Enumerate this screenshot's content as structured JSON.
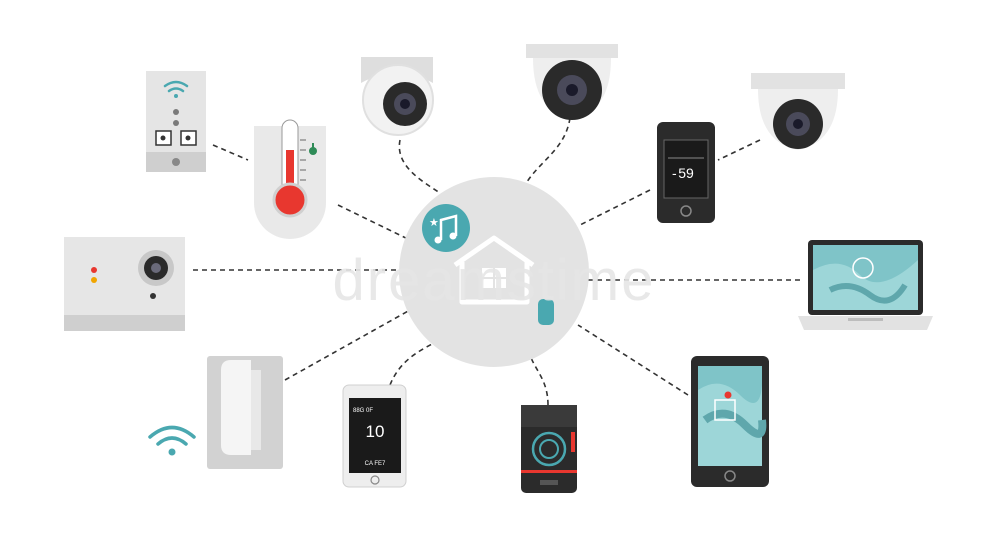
{
  "hub": {
    "icon": "home-icon",
    "badge_icon": "music-note-icon"
  },
  "phone_top": {
    "value": "59",
    "label": "-"
  },
  "phone_bottom": {
    "value": "10",
    "top_label": "88G 0F",
    "bottom_label": "CA FE7"
  },
  "watermark": "dreamstime",
  "colors": {
    "accent": "#4aa8b0",
    "hub": "#e3e3e3",
    "device": "#e2e2e2",
    "dark": "#2b2b2b",
    "thermo": "#e8372f"
  }
}
